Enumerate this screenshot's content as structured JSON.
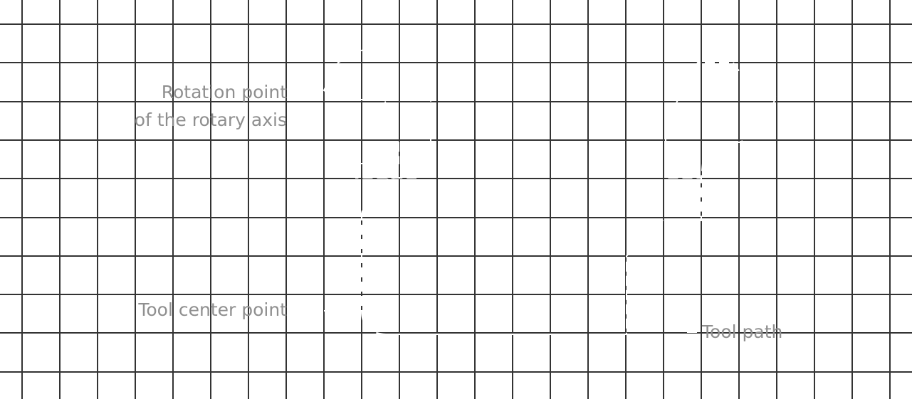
{
  "diagram": {
    "labels": {
      "rotation_point_line1": "Rotation point",
      "rotation_point_line2": "of the rotary axis",
      "tool_center_point": "Tool center point",
      "tool_path": "Tool path"
    },
    "colors": {
      "background": "#ffffff",
      "grid": "#333333",
      "label_text": "#8f8f8f",
      "path": "#ffffff"
    },
    "grid": {
      "columns": 24,
      "rows": 10
    }
  }
}
